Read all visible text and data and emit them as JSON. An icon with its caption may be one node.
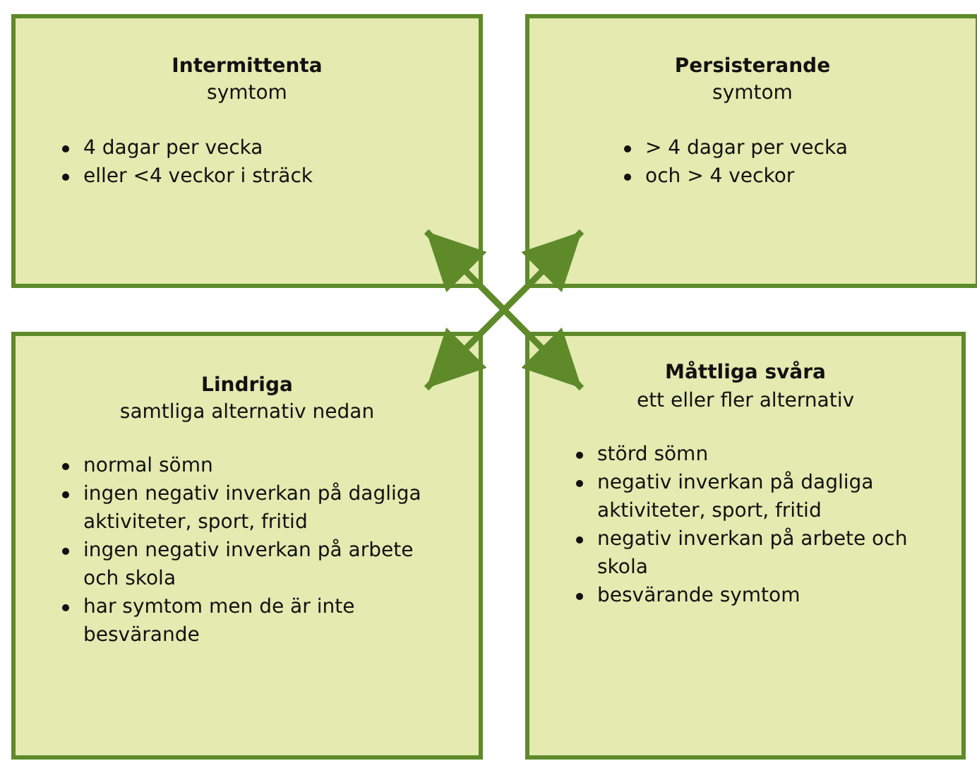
{
  "diagram": {
    "nodes": [
      {
        "text": [
          "Intermittenta",
          "symtom",
          "4 dagar per vecka",
          "eller <4 veckor i sträck"
        ]
      },
      {
        "text": [
          "Persisterande",
          "symtom",
          "> 4 dagar per vecka",
          "och > 4 veckor"
        ]
      },
      {
        "text": [
          "Lindriga",
          "samtliga alternativ nedan",
          "normal sömn",
          "ingen negativ inverkan på dagliga aktiviteter, sport, fritid",
          "ingen negativ inverkan på arbete och skola",
          "har symtom men de är inte besvärande"
        ]
      },
      {
        "text": [
          "Måttliga svåra",
          "ett eller fler alternativ",
          "störd sömn",
          "negativ inverkan på dagliga aktiviteter, sport, fritid",
          "negativ inverkan på arbete och skola",
          "besvärande symtom"
        ]
      }
    ],
    "edges": [
      {
        "from": 0,
        "to": 3,
        "arrow": "both"
      },
      {
        "from": 1,
        "to": 2,
        "arrow": "both"
      }
    ]
  }
}
